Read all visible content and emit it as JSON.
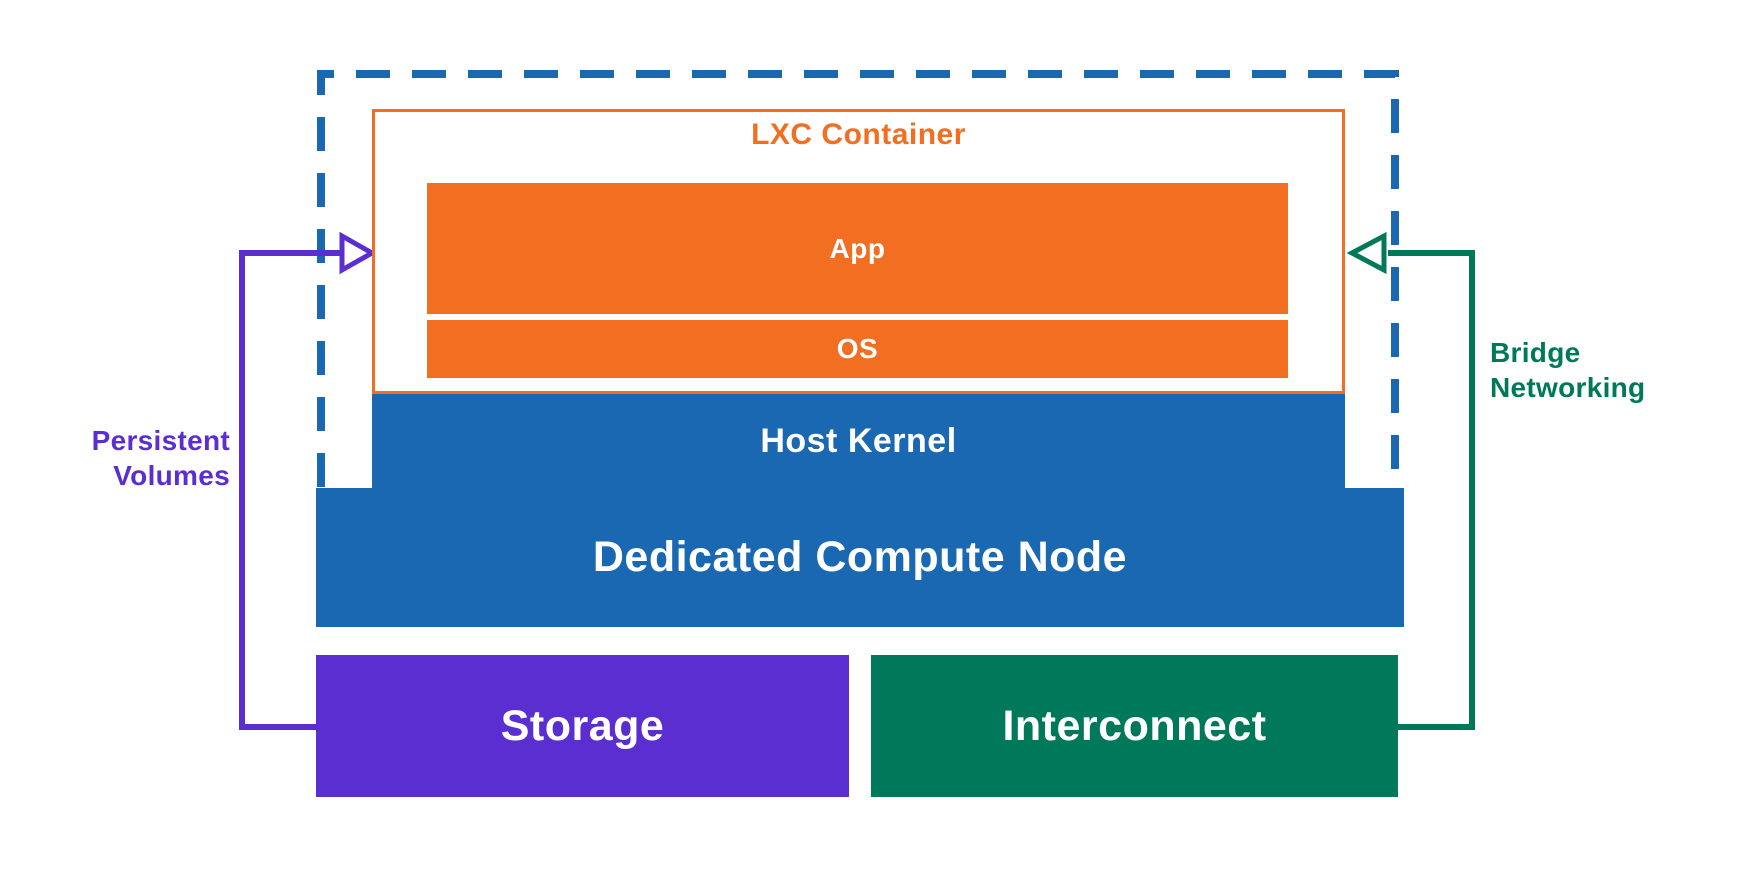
{
  "colors": {
    "blue": "#1a68b2",
    "orange": "#f26e21",
    "purple": "#5a2ed1",
    "green": "#00795a",
    "white": "#ffffff"
  },
  "diagram": {
    "lxc_container_label": "LXC Container",
    "app_label": "App",
    "os_label": "OS",
    "host_kernel_label": "Host Kernel",
    "compute_node_label": "Dedicated Compute Node",
    "storage_label": "Storage",
    "interconnect_label": "Interconnect",
    "persistent_volumes_label": "Persistent Volumes",
    "bridge_networking_label": "Bridge Networking"
  }
}
